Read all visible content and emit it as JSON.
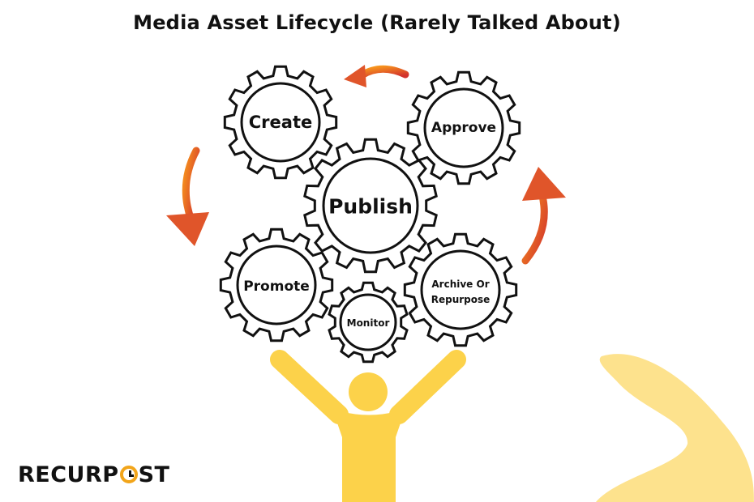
{
  "title": "Media Asset Lifecycle (Rarely Talked About)",
  "gears": [
    {
      "id": "create",
      "label": "Create"
    },
    {
      "id": "approve",
      "label": "Approve"
    },
    {
      "id": "publish",
      "label": "Publish"
    },
    {
      "id": "promote",
      "label": "Promote"
    },
    {
      "id": "monitor",
      "label": "Monitor"
    },
    {
      "id": "archive",
      "label_line1": "Archive Or",
      "label_line2": "Repurpose"
    }
  ],
  "arrows": [
    "arrow-top",
    "arrow-left",
    "arrow-right"
  ],
  "logo": {
    "before": "RECURP",
    "after": "ST",
    "icon": "clock-icon"
  },
  "colors": {
    "gear_stroke": "#111111",
    "arrow_start": "#f7941d",
    "arrow_end": "#d2322d",
    "person": "#fcd24a",
    "blob": "#fde28d",
    "logo_accent": "#f2a51a"
  }
}
